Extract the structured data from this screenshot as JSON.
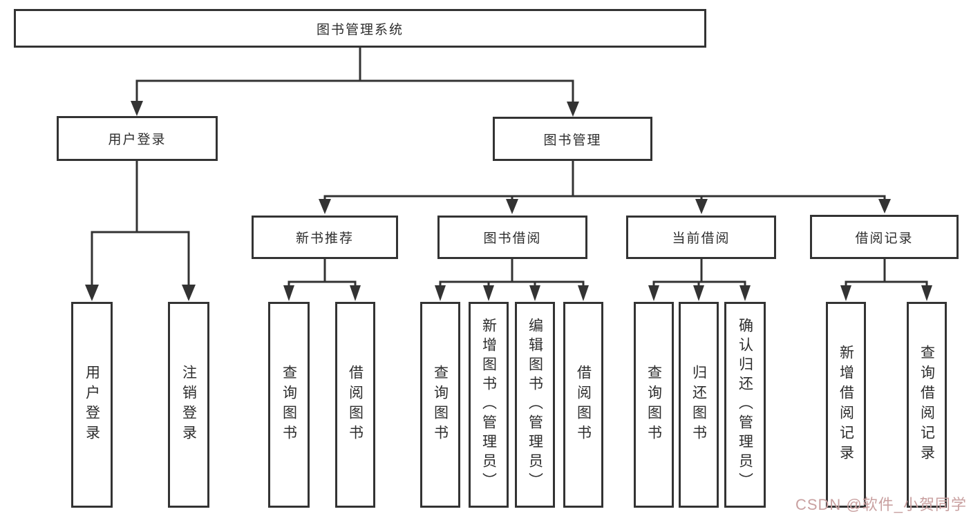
{
  "tree": {
    "label": "图书管理系统",
    "children": [
      {
        "label": "用户登录",
        "children": [
          {
            "label": "用户登录"
          },
          {
            "label": "注销登录"
          }
        ]
      },
      {
        "label": "图书管理",
        "children": [
          {
            "label": "新书推荐",
            "children": [
              {
                "label": "查询图书"
              },
              {
                "label": "借阅图书"
              }
            ]
          },
          {
            "label": "图书借阅",
            "children": [
              {
                "label": "查询图书"
              },
              {
                "label": "新增图书（管理员）"
              },
              {
                "label": "编辑图书（管理员）"
              },
              {
                "label": "借阅图书"
              }
            ]
          },
          {
            "label": "当前借阅",
            "children": [
              {
                "label": "查询图书"
              },
              {
                "label": "归还图书"
              },
              {
                "label": "确认归还（管理员）"
              }
            ]
          },
          {
            "label": "借阅记录",
            "children": [
              {
                "label": "新增借阅记录"
              },
              {
                "label": "查询借阅记录"
              }
            ]
          }
        ]
      }
    ]
  },
  "watermark": {
    "text": "CSDN @软件_小贺同学",
    "color": "#c9a0a0"
  },
  "colors": {
    "line": "#333333",
    "node_border": "#333333",
    "node_fill": "#ffffff",
    "text": "#2d2d2d",
    "background": "#ffffff"
  }
}
